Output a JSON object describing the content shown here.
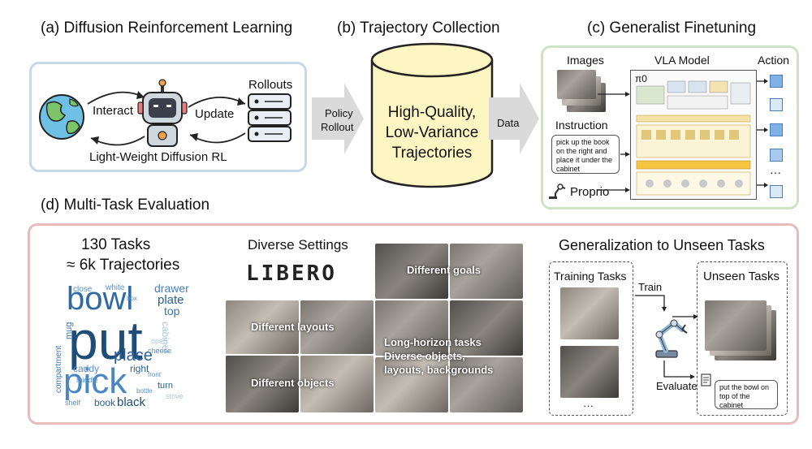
{
  "titles": {
    "a": "(a) Diffusion Reinforcement Learning",
    "b": "(b) Trajectory Collection",
    "c": "(c) Generalist Finetuning",
    "d": "(d) Multi-Task Evaluation"
  },
  "panel_a": {
    "interact": "Interact",
    "update": "Update",
    "rollouts": "Rollouts",
    "caption": "Light-Weight Diffusion RL"
  },
  "arrow_ab": {
    "line1": "Policy",
    "line2": "Rollout"
  },
  "panel_b": {
    "line1": "High-Quality,",
    "line2": "Low-Variance",
    "line3": "Trajectories"
  },
  "arrow_bc": {
    "label": "Data"
  },
  "panel_c": {
    "images": "Images",
    "vla_model": "VLA Model",
    "action": "Action",
    "pi0": "π0",
    "instruction": "Instruction",
    "instruction_text": "pick up the book on the right and place it under the cabinet",
    "proprio": "Proprio",
    "ellipsis": "···"
  },
  "panel_d": {
    "tasks_line1": "130 Tasks",
    "tasks_line2": "≈  6k Trajectories",
    "diverse_settings": "Diverse Settings",
    "libero": "LIBERO",
    "different_goals": "Different goals",
    "different_layouts": "Different layouts",
    "different_objects": "Different objects",
    "long_horizon_1": "Long-horizon tasks",
    "long_horizon_2": "Diverse objects,",
    "long_horizon_3": "layouts, backgrounds",
    "generalization": "Generalization to Unseen Tasks",
    "training_tasks": "Training Tasks",
    "unseen_tasks": "Unseen Tasks",
    "train": "Train",
    "evaluate": "Evaluate",
    "eval_text": "put the bowl on top of the cabinet",
    "ellipsis": "···"
  },
  "wordcloud": {
    "words": [
      "put",
      "bowl",
      "pick",
      "place",
      "drawer",
      "plate",
      "top",
      "black",
      "book",
      "caddy",
      "right",
      "close",
      "white",
      "cabinet",
      "mug",
      "compartment",
      "middle",
      "cheese",
      "turn",
      "shelf",
      "box",
      "stove",
      "open",
      "bottle",
      "front"
    ]
  },
  "colors": {
    "panel_a_border": "#c6d7e7",
    "panel_c_border": "#cfe2c6",
    "panel_d_border": "#e6bcbc",
    "cylinder_fill": "#fdf6c3",
    "action_dark": "#7fb0e6",
    "action_light": "#dce9f7"
  }
}
